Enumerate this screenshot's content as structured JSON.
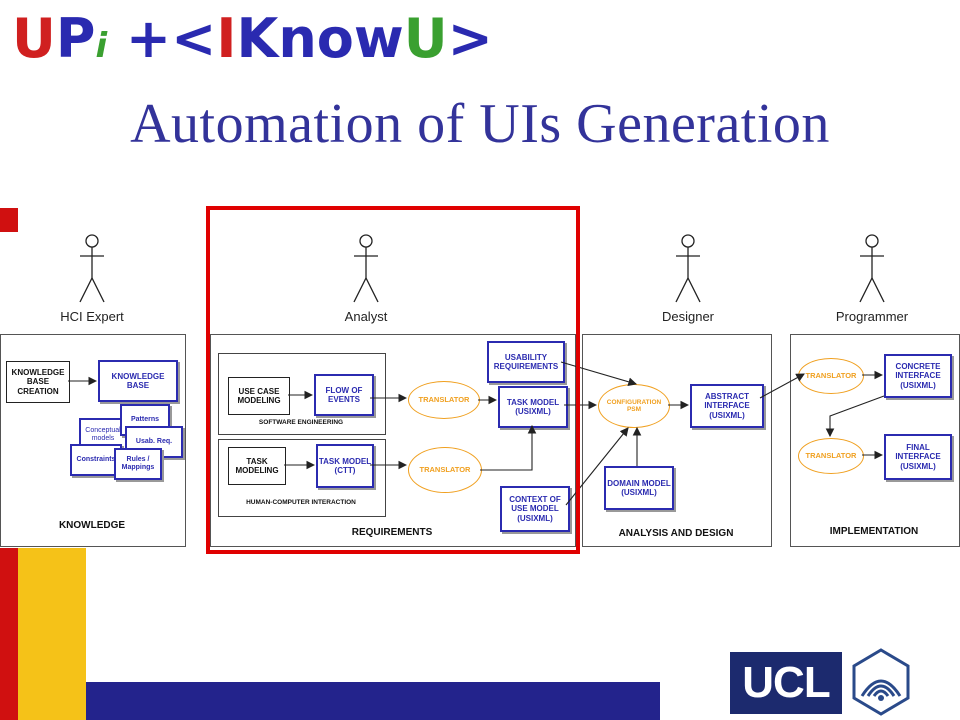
{
  "header": {
    "logo": {
      "parts": [
        {
          "text": "U",
          "color": "#d02020"
        },
        {
          "text": "P",
          "color": "#2a2ab0"
        },
        {
          "text": "i",
          "color": "#3aa030"
        },
        {
          "text": " +<",
          "color": "#2a2ab0"
        },
        {
          "text": "I",
          "color": "#d02020"
        },
        {
          "text": "Know",
          "color": "#2a2ab0"
        },
        {
          "text": "U",
          "color": "#3aa030"
        },
        {
          "text": ">",
          "color": "#2a2ab0"
        }
      ]
    },
    "title": "Automation of UIs Generation"
  },
  "actors": [
    {
      "label": "HCI Expert"
    },
    {
      "label": "Analyst"
    },
    {
      "label": "Designer"
    },
    {
      "label": "Programmer"
    }
  ],
  "panels": {
    "knowledge": {
      "title": "KNOWLEDGE",
      "kb_creation": "KNOWLEDGE BASE CREATION",
      "kb": "KNOWLEDGE BASE",
      "patterns": "Patterns",
      "conceptual": "Conceptual models",
      "usab": "Usab. Req.",
      "constraints": "Constraints",
      "rules": "Rules / Mappings"
    },
    "requirements": {
      "title": "REQUIREMENTS",
      "se_label": "SOFTWARE ENGINEERING",
      "hci_label": "HUMAN-COMPUTER INTERACTION",
      "use_case": "USE CASE MODELING",
      "flow": "FLOW OF EVENTS",
      "task_modeling": "TASK MODELING",
      "task_ctt": "TASK MODEL (CTT)",
      "translator1": "TRANSLATOR",
      "translator2": "TRANSLATOR",
      "usability": "USABILITY REQUIREMENTS",
      "task_usixml": "TASK MODEL (USIXML)",
      "context": "CONTEXT OF USE MODEL (USIXML)"
    },
    "analysis": {
      "title": "ANALYSIS AND DESIGN",
      "config": "CONFIGURATION PSM",
      "abstract": "ABSTRACT INTERFACE (USIXML)",
      "domain": "DOMAIN MODEL (USIXML)"
    },
    "implementation": {
      "title": "IMPLEMENTATION",
      "translator1": "TRANSLATOR",
      "translator2": "TRANSLATOR",
      "concrete": "CONCRETE INTERFACE (USIXML)",
      "final": "FINAL INTERFACE (USIXML)"
    }
  },
  "footer": {
    "ucl_logo_text": "UCL"
  },
  "colors": {
    "title": "#33339a",
    "highlight": "#e00000",
    "box_blue": "#2b2bb0",
    "translator_orange": "#f0a020",
    "bar_red": "#d01010",
    "bar_yellow": "#f5c218",
    "bar_blue": "#23238c",
    "ucl_blue": "#1c2a6e"
  }
}
